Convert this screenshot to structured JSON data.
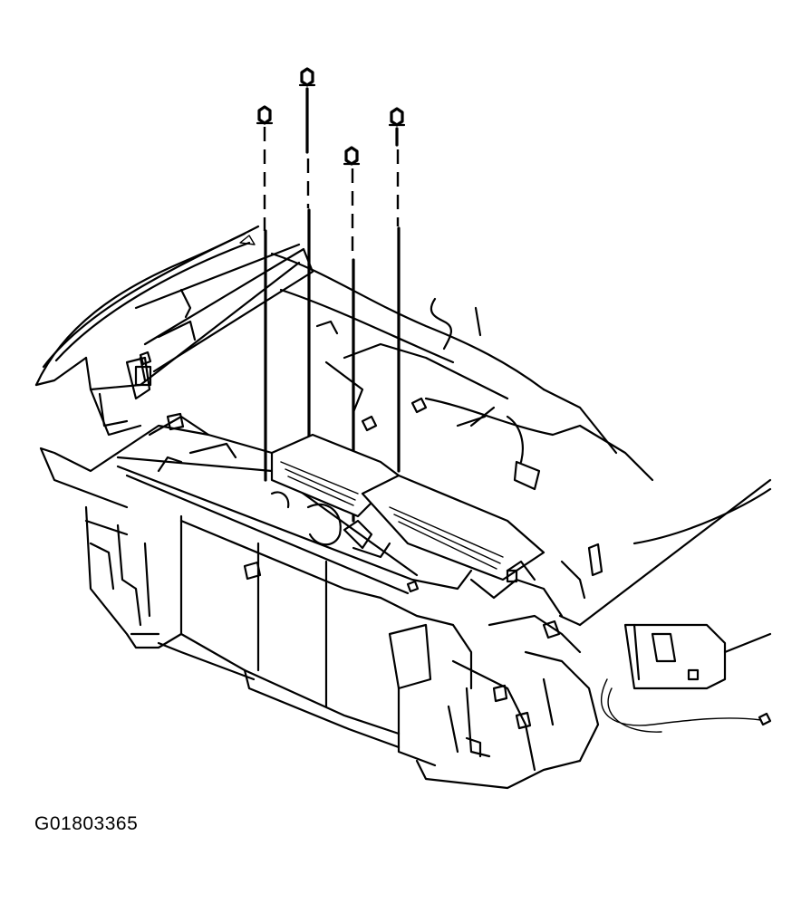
{
  "figure": {
    "id_label": "G01803365",
    "subject": "radiator-support-bolts-exploded-view",
    "bolt_count": 4,
    "colors": {
      "ink": "#000000",
      "paper": "#ffffff"
    }
  }
}
